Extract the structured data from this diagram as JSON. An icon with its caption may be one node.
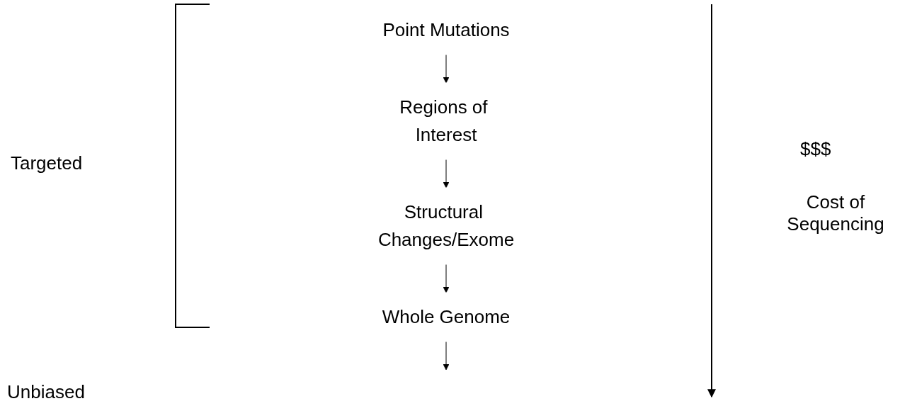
{
  "diagram": {
    "nodes": [
      {
        "text": [
          "Point Mutations"
        ]
      },
      {
        "text": [
          "Regions of Interest"
        ]
      },
      {
        "text": [
          "Structural Changes/Exome"
        ]
      },
      {
        "text": [
          "Whole Genome"
        ]
      }
    ],
    "edges": [
      {
        "from": 0,
        "to": 1,
        "arrow": "to"
      },
      {
        "from": 1,
        "to": 2,
        "arrow": "to"
      },
      {
        "from": 2,
        "to": 3,
        "arrow": "to"
      },
      {
        "from": 3,
        "to": null,
        "arrow": "to"
      }
    ],
    "labels": [
      "Targeted",
      "Unbiased",
      "$$$",
      "Cost of Sequencing"
    ]
  }
}
